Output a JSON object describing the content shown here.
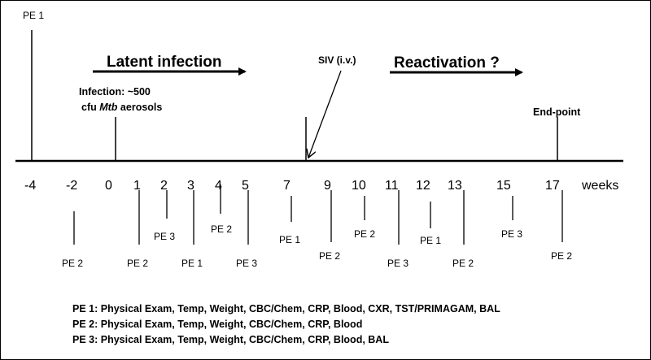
{
  "weeks_label": "weeks",
  "pe_labels": {
    "pe1": "PE 1",
    "pe2": "PE 2",
    "pe3": "PE 3"
  },
  "annotations": {
    "latent": "Latent  infection",
    "reactivation": "Reactivation ?",
    "siv": "SIV (i.v.)",
    "infection_line1": "Infection: ~500",
    "infection_line2_pre": "cfu ",
    "infection_line2_italic": "Mtb",
    "infection_line2_post": " aerosols",
    "endpoint": "End-point"
  },
  "ticks": [
    "-4",
    "-2",
    "0",
    "1",
    "2",
    "3",
    "4",
    "5",
    "7",
    "9",
    "10",
    "11",
    "12",
    "13",
    "15",
    "17"
  ],
  "pe_schedule": [
    {
      "week": "-4",
      "label": "PE 1"
    },
    {
      "week": "-2",
      "label": "PE 2"
    },
    {
      "week": "1",
      "label": "PE 2"
    },
    {
      "week": "2",
      "label": "PE 3"
    },
    {
      "week": "3",
      "label": "PE 1"
    },
    {
      "week": "4",
      "label": "PE 2"
    },
    {
      "week": "5",
      "label": "PE 3"
    },
    {
      "week": "7",
      "label": "PE 1"
    },
    {
      "week": "9",
      "label": "PE 2"
    },
    {
      "week": "10",
      "label": "PE 2"
    },
    {
      "week": "11",
      "label": "PE 3"
    },
    {
      "week": "12",
      "label": "PE 1"
    },
    {
      "week": "13",
      "label": "PE 2"
    },
    {
      "week": "15",
      "label": "PE 3"
    },
    {
      "week": "17",
      "label": "PE 2"
    }
  ],
  "legend": {
    "pe1": "PE 1: Physical Exam, Temp, Weight, CBC/Chem, CRP, Blood, CXR, TST/PRIMAGAM, BAL",
    "pe2": "PE 2: Physical Exam, Temp, Weight, CBC/Chem, CRP, Blood",
    "pe3": "PE 3: Physical Exam, Temp, Weight, CBC/Chem, CRP, Blood, BAL"
  }
}
